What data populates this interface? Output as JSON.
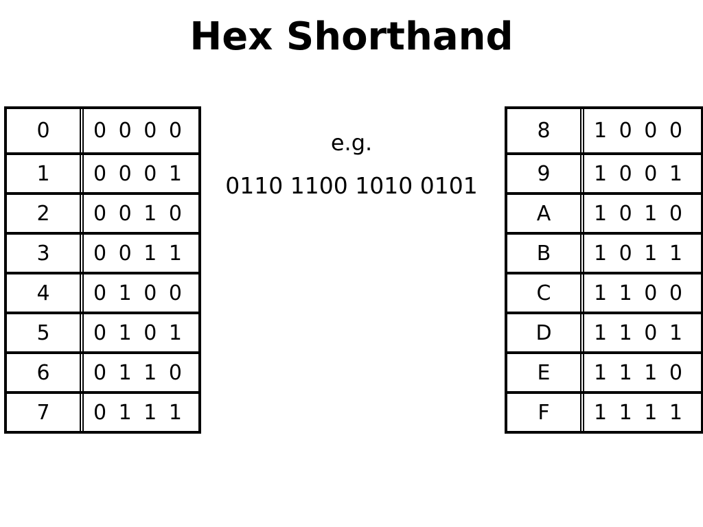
{
  "title": "Hex Shorthand",
  "example": {
    "label": "e.g.",
    "value": "0110 1100 1010 0101"
  },
  "tables": {
    "left": [
      {
        "hex": "0",
        "bits": "0 0 0 0"
      },
      {
        "hex": "1",
        "bits": "0 0 0 1"
      },
      {
        "hex": "2",
        "bits": "0 0 1 0"
      },
      {
        "hex": "3",
        "bits": "0 0 1 1"
      },
      {
        "hex": "4",
        "bits": "0 1 0 0"
      },
      {
        "hex": "5",
        "bits": "0 1 0 1"
      },
      {
        "hex": "6",
        "bits": "0 1 1 0"
      },
      {
        "hex": "7",
        "bits": "0 1 1 1"
      }
    ],
    "right": [
      {
        "hex": "8",
        "bits": "1 0 0 0"
      },
      {
        "hex": "9",
        "bits": "1 0 0 1"
      },
      {
        "hex": "A",
        "bits": "1 0 1 0"
      },
      {
        "hex": "B",
        "bits": "1 0 1 1"
      },
      {
        "hex": "C",
        "bits": "1 1 0 0"
      },
      {
        "hex": "D",
        "bits": "1 1 0 1"
      },
      {
        "hex": "E",
        "bits": "1 1 1 0"
      },
      {
        "hex": "F",
        "bits": "1 1 1 1"
      }
    ]
  }
}
